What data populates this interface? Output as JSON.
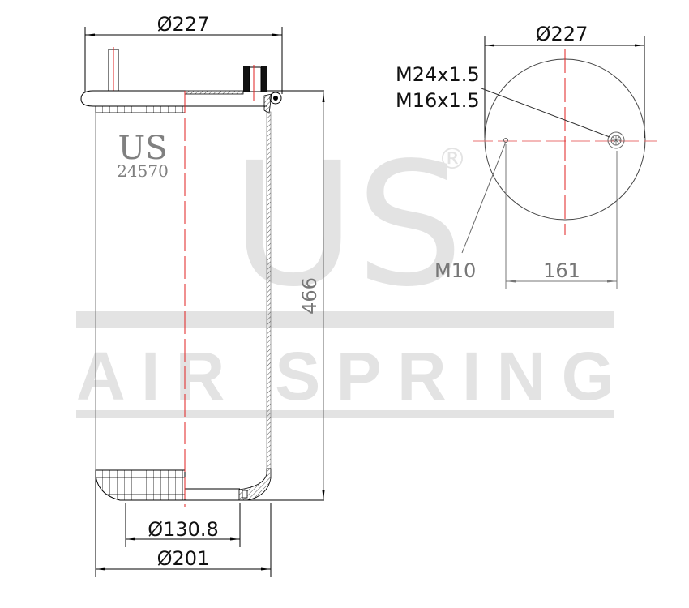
{
  "watermark": {
    "logo": "US",
    "registered": "®",
    "tagline": "AIR SPRING",
    "color": "#e3e3e3"
  },
  "part_label": {
    "brand": "US",
    "part_number": "24570"
  },
  "side_view": {
    "top_diameter": "Ø227",
    "height": "466",
    "bottom_inner_diameter": "Ø130.8",
    "bottom_outer_diameter": "Ø201"
  },
  "top_view": {
    "diameter": "Ø227",
    "thread_1": "M24x1.5",
    "thread_2": "M16x1.5",
    "stud_thread": "M10",
    "bolt_spacing": "161"
  },
  "colors": {
    "line": "#000000",
    "centerline": "#e02020",
    "dimension_grey": "#777777"
  }
}
